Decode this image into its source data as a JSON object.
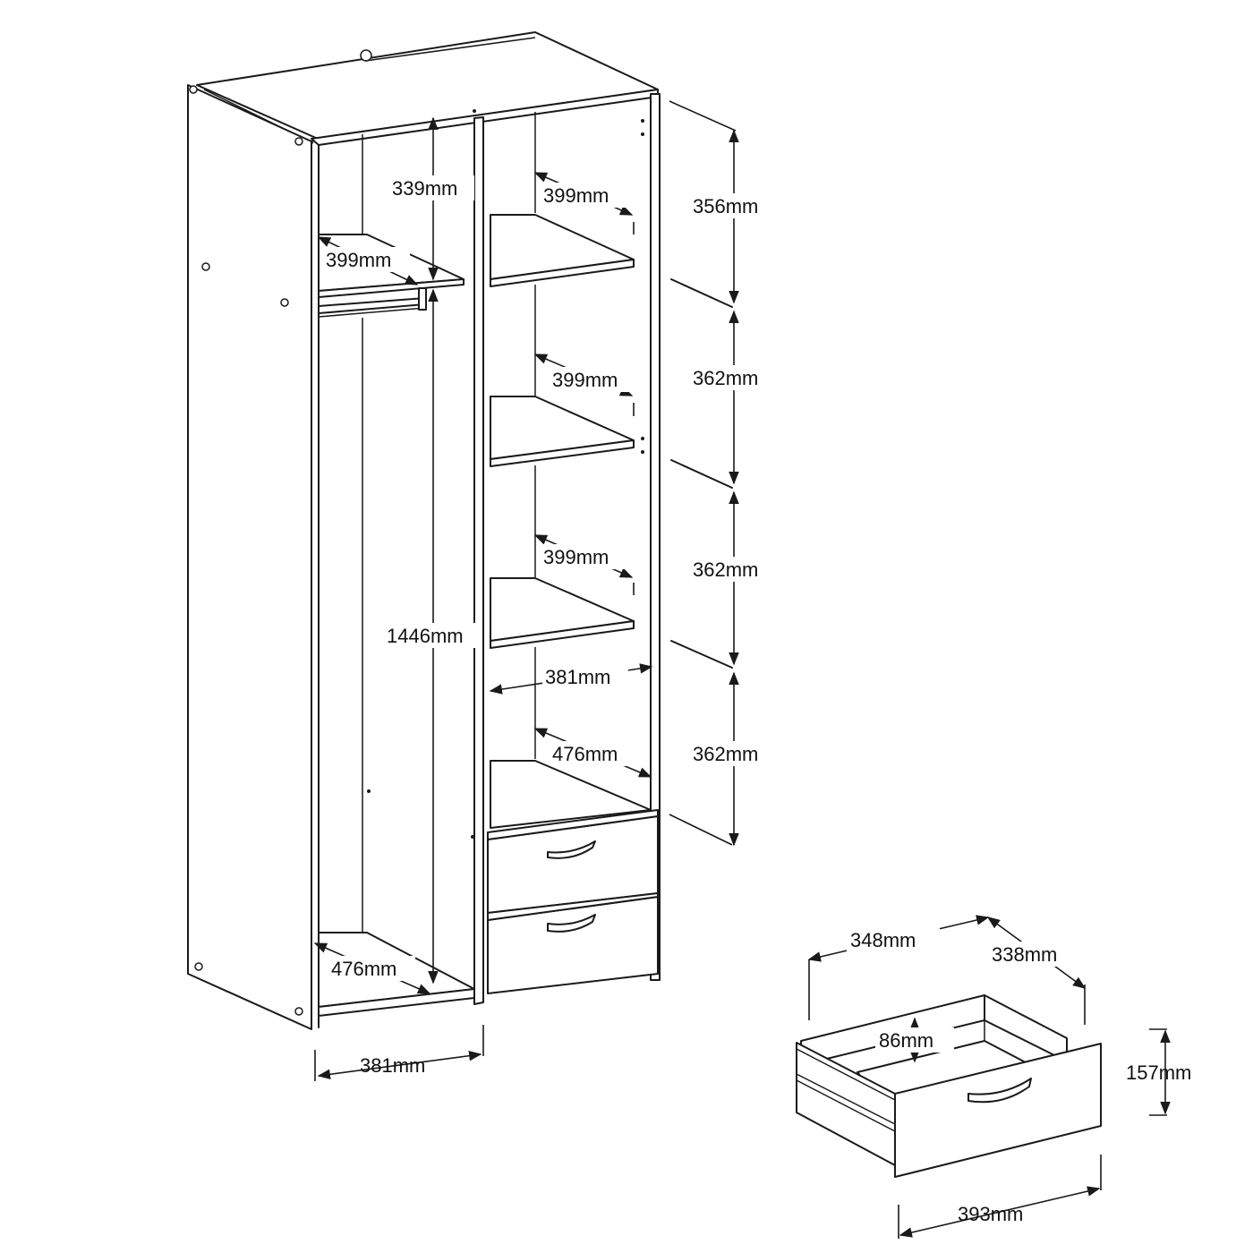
{
  "wardrobe": {
    "left_compartment": {
      "top_height": "339mm",
      "shelf_depth": "399mm",
      "hanging_height": "1446mm",
      "bottom_depth": "476mm",
      "inner_width": "381mm"
    },
    "right_compartment": {
      "shelf_depth_1": "399mm",
      "shelf_depth_2": "399mm",
      "shelf_depth_3": "399mm",
      "inner_width": "381mm",
      "bottom_depth": "476mm",
      "spacing_1": "356mm",
      "spacing_2": "362mm",
      "spacing_3": "362mm",
      "spacing_4": "362mm"
    }
  },
  "drawer": {
    "inner_width": "348mm",
    "inner_depth": "338mm",
    "inner_height": "86mm",
    "front_height": "157mm",
    "front_width": "393mm"
  }
}
